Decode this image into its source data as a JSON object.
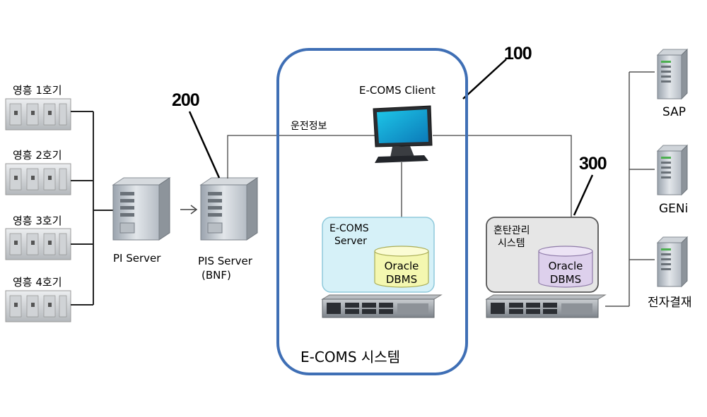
{
  "generators": [
    {
      "label": "영흥 1호기"
    },
    {
      "label": "영흥 2호기"
    },
    {
      "label": "영흥 3호기"
    },
    {
      "label": "영흥 4호기"
    }
  ],
  "pi_server": {
    "label": "PI Server"
  },
  "pis_server": {
    "label_line1": "PIS Server",
    "label_line2": "(BNF)"
  },
  "ref_numbers": {
    "ecoms": "100",
    "pis": "200",
    "coal": "300"
  },
  "connection_label": "운전정보",
  "ecoms_system": {
    "title": "E-COMS 시스템",
    "client_label": "E-COMS Client",
    "server_label_line1": "E-COMS",
    "server_label_line2": "Server",
    "db_line1": "Oracle",
    "db_line2": "DBMS"
  },
  "coal_system": {
    "label_line1": "혼탄관리",
    "label_line2": "시스템",
    "db_line1": "Oracle",
    "db_line2": "DBMS"
  },
  "external_systems": [
    {
      "label": "SAP"
    },
    {
      "label": "GENi"
    },
    {
      "label": "전자결재"
    }
  ],
  "colors": {
    "ecoms_border": "#3f6fb5",
    "ecoms_server_fill": "#d6f1f8",
    "db_yellow": "#f4f7b0",
    "coal_fill": "#e6e6e6",
    "db_purple": "#ddd0ec"
  }
}
